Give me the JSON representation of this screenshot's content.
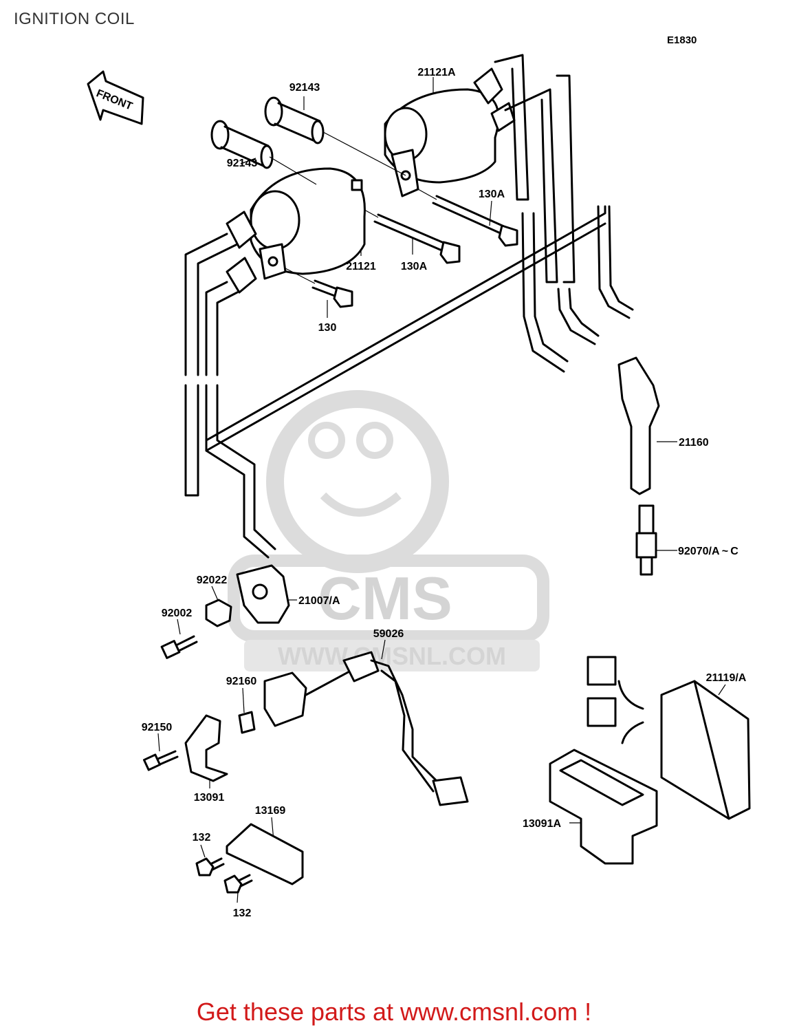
{
  "page": {
    "title": "IGNITION COIL",
    "diagram_code": "E1830",
    "front_marker": "FRONT",
    "footer_promo": "Get these parts at www.cmsnl.com !"
  },
  "watermark": {
    "brand": "CMS",
    "url": "WWW.CMSNL.COM"
  },
  "parts": [
    {
      "id": "p-21121A",
      "number": "21121A"
    },
    {
      "id": "p-92143-a",
      "number": "92143"
    },
    {
      "id": "p-92143-b",
      "number": "92143"
    },
    {
      "id": "p-130A-a",
      "number": "130A"
    },
    {
      "id": "p-21121",
      "number": "21121"
    },
    {
      "id": "p-130A-b",
      "number": "130A"
    },
    {
      "id": "p-130",
      "number": "130"
    },
    {
      "id": "p-21160",
      "number": "21160"
    },
    {
      "id": "p-92070",
      "number": "92070/A ~ C"
    },
    {
      "id": "p-92022",
      "number": "92022"
    },
    {
      "id": "p-21007",
      "number": "21007/A"
    },
    {
      "id": "p-92002",
      "number": "92002"
    },
    {
      "id": "p-59026",
      "number": "59026"
    },
    {
      "id": "p-92160",
      "number": "92160"
    },
    {
      "id": "p-92150",
      "number": "92150"
    },
    {
      "id": "p-13091",
      "number": "13091"
    },
    {
      "id": "p-21119",
      "number": "21119/A"
    },
    {
      "id": "p-13091A",
      "number": "13091A"
    },
    {
      "id": "p-13169",
      "number": "13169"
    },
    {
      "id": "p-132-a",
      "number": "132"
    },
    {
      "id": "p-132-b",
      "number": "132"
    }
  ],
  "colors": {
    "promo_text": "#d21a1a",
    "watermark": "#d4d4d4",
    "line_art": "#000000"
  }
}
